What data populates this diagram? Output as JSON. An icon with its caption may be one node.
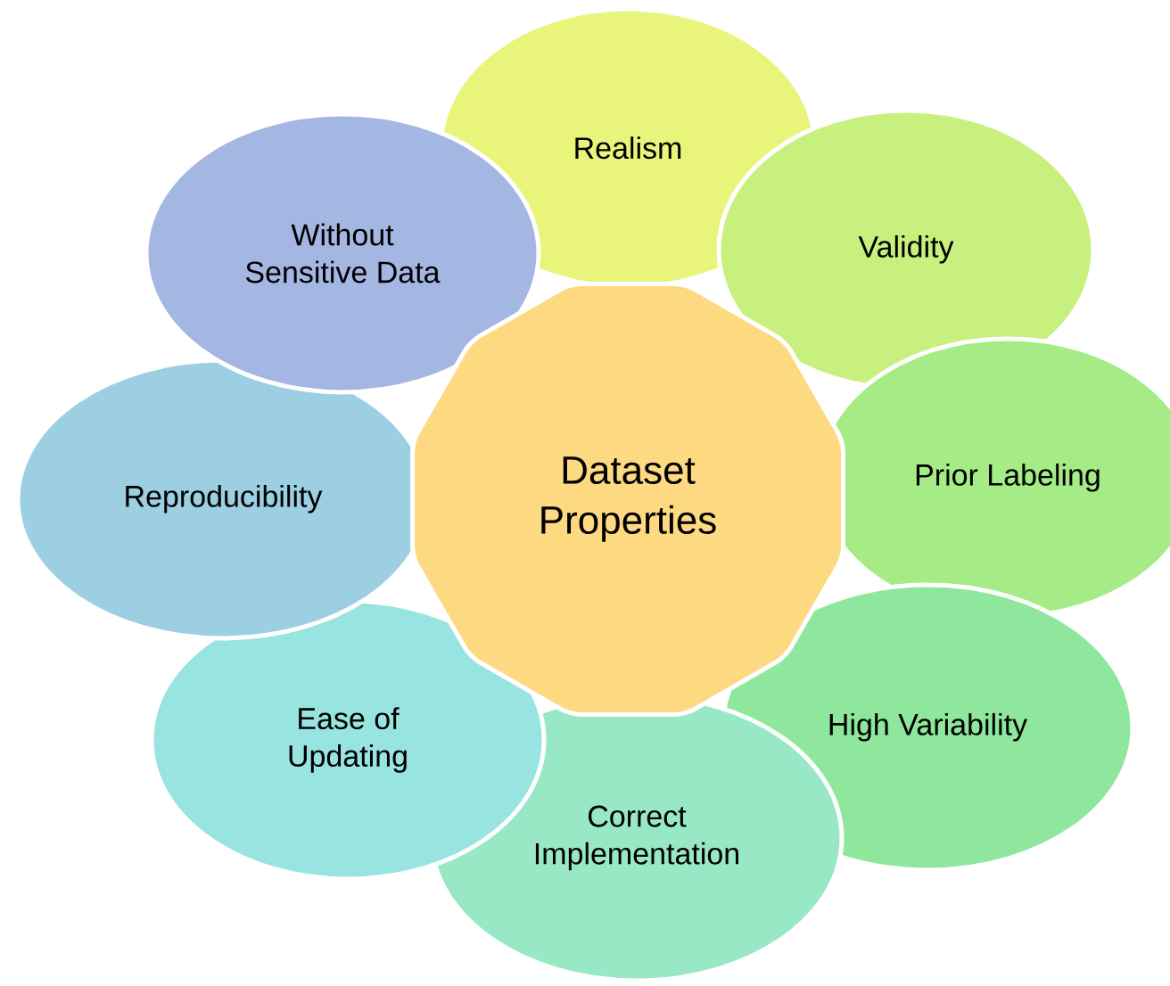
{
  "diagram": {
    "nodes": [
      {
        "text": [
          "Dataset Properties"
        ]
      },
      {
        "text": [
          "Realism"
        ]
      },
      {
        "text": [
          "Validity"
        ]
      },
      {
        "text": [
          "Prior Labeling"
        ]
      },
      {
        "text": [
          "High Variability"
        ]
      },
      {
        "text": [
          "Correct Implementation"
        ]
      },
      {
        "text": [
          "Ease of Updating"
        ]
      },
      {
        "text": [
          "Reproducibility"
        ]
      },
      {
        "text": [
          "Without Sensitive Data"
        ]
      }
    ]
  }
}
